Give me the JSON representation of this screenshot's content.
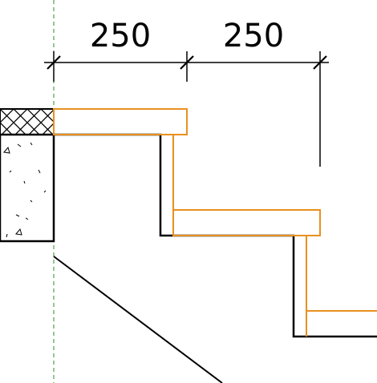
{
  "dimensions": [
    {
      "value": "250",
      "label": "250"
    },
    {
      "value": "250",
      "label": "250"
    }
  ],
  "colors": {
    "structure": "#000000",
    "finish": "#e8901e",
    "gridline": "#2e8b2e",
    "background": "#ffffff"
  }
}
